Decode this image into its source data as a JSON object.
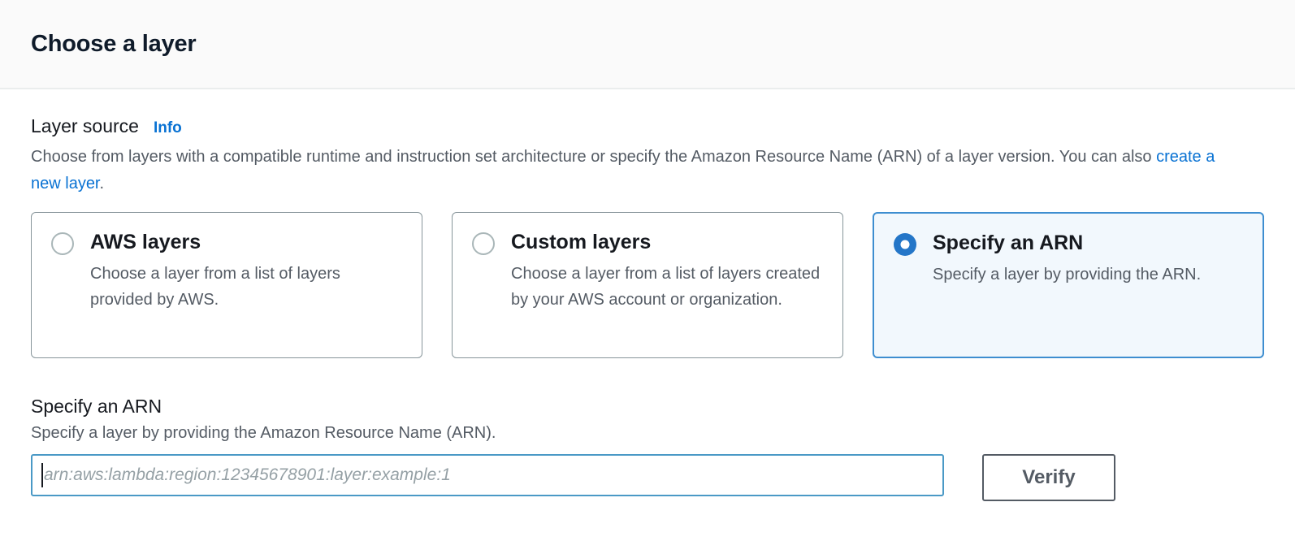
{
  "header": {
    "title": "Choose a layer"
  },
  "layer_source": {
    "label": "Layer source",
    "info_label": "Info",
    "description_before_link": "Choose from layers with a compatible runtime and instruction set architecture or specify the Amazon Resource Name (ARN) of a layer version. You can also ",
    "create_link": "create a new layer",
    "description_after_link": ".",
    "options": [
      {
        "title": "AWS layers",
        "description": "Choose a layer from a list of layers provided by AWS.",
        "selected": false
      },
      {
        "title": "Custom layers",
        "description": "Choose a layer from a list of layers created by your AWS account or organization.",
        "selected": false
      },
      {
        "title": "Specify an ARN",
        "description": "Specify a layer by providing the ARN.",
        "selected": true
      }
    ]
  },
  "arn_section": {
    "label": "Specify an ARN",
    "description": "Specify a layer by providing the Amazon Resource Name (ARN).",
    "input": {
      "value": "",
      "placeholder": "arn:aws:lambda:region:12345678901:layer:example:1"
    },
    "verify_label": "Verify"
  },
  "colors": {
    "link_blue": "#0972d3",
    "selected_card_border": "#3e8ed0",
    "selected_card_background": "#f2f8fd",
    "radio_checked_fill": "#2476c8",
    "input_focus_border": "#4a99c6",
    "header_background": "#fafafa",
    "divider": "#eaeded",
    "body_text_gray": "#545b64",
    "heading_text": "#16191f"
  }
}
